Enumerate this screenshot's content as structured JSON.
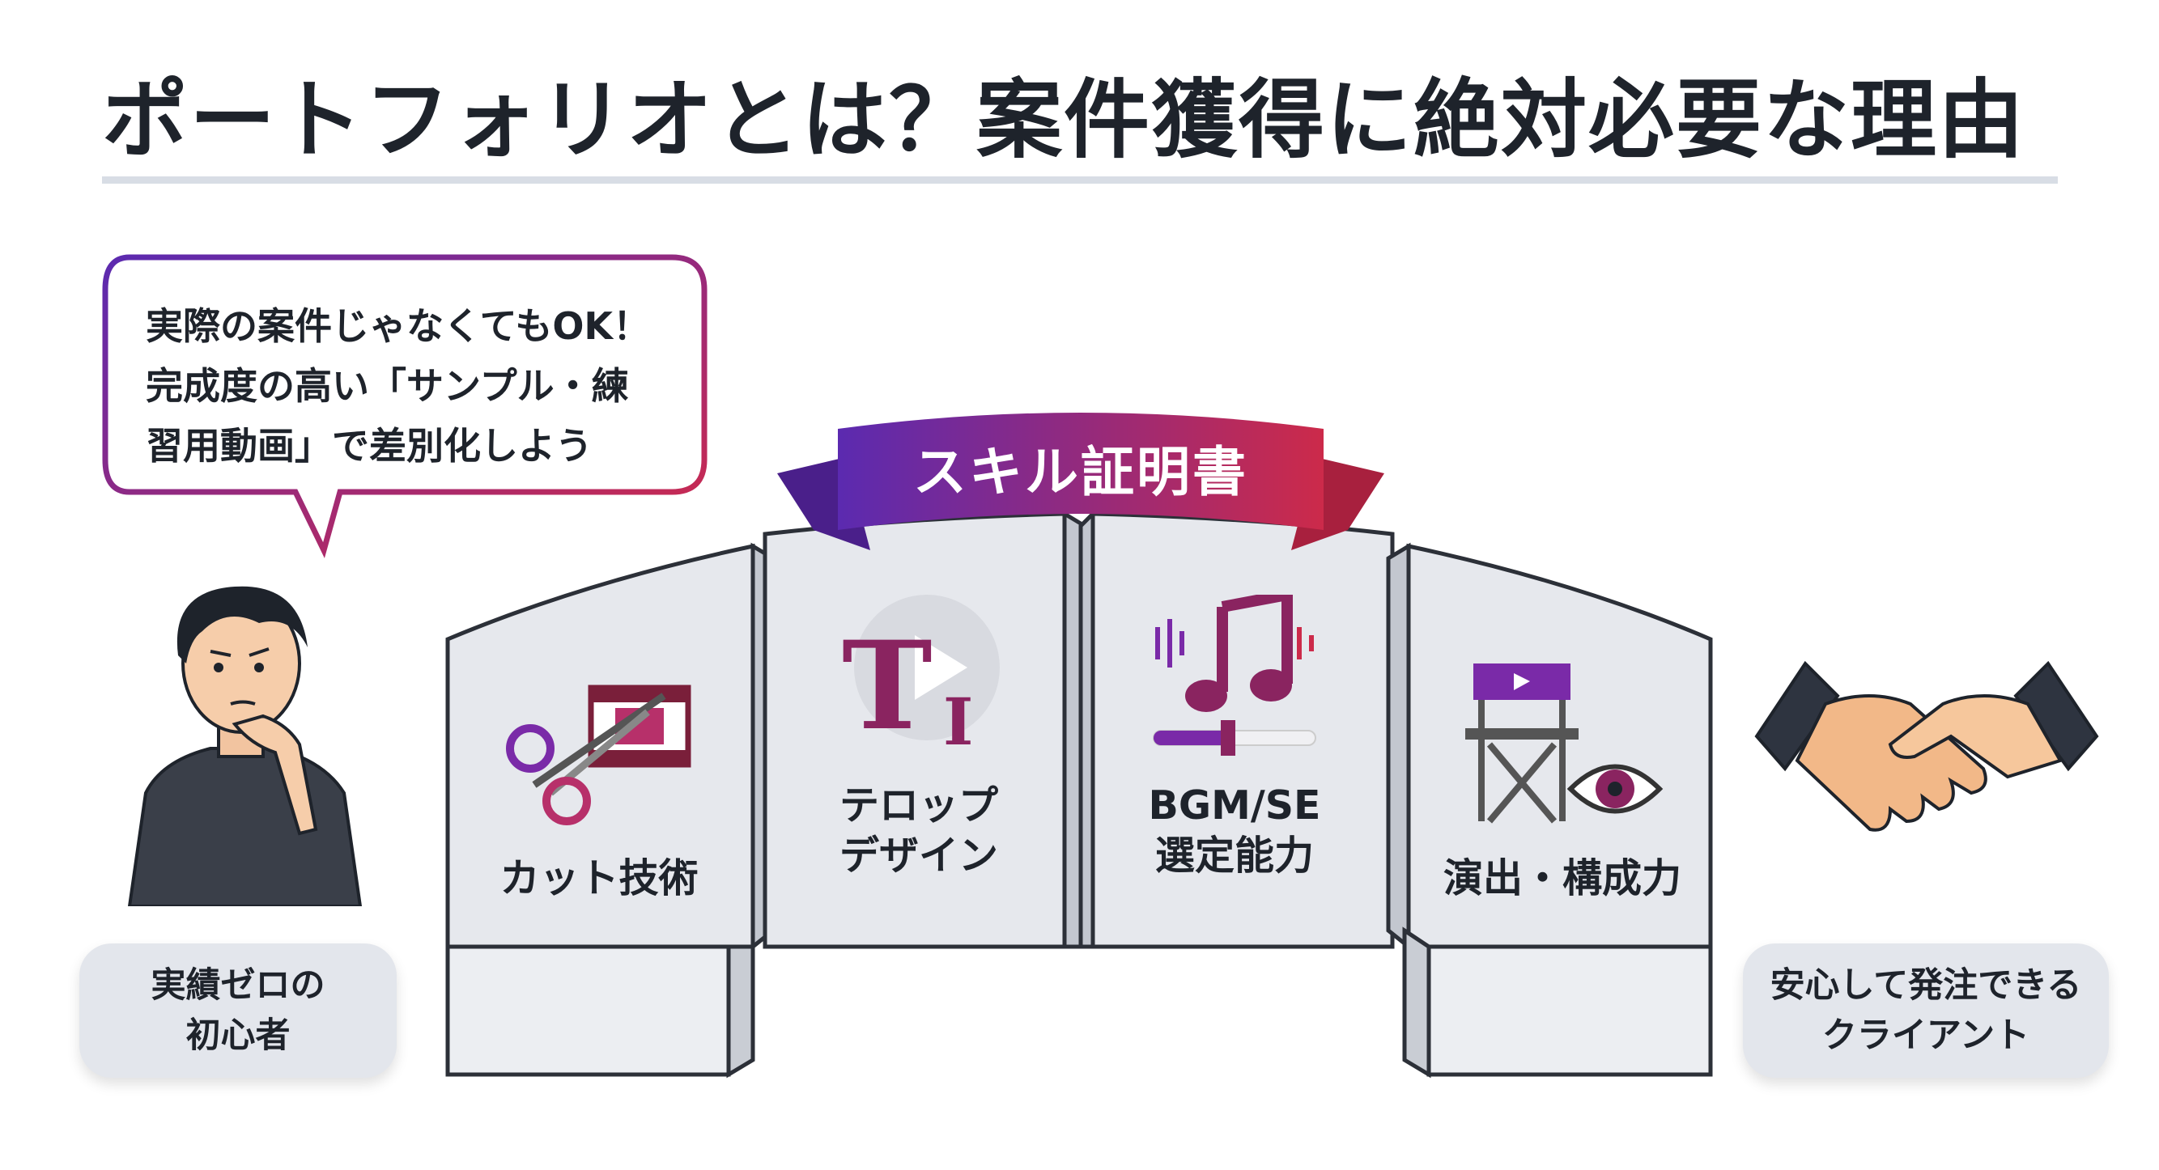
{
  "title": "ポートフォリオとは？案件獲得に絶対必要な理由",
  "bubble": {
    "lines": [
      "実際の案件じゃなくてもOK！",
      "完成度の高い「サンプル・練",
      "習用動画」で差別化しよう"
    ]
  },
  "left_label": {
    "lines": [
      "実績ゼロの",
      "初心者"
    ]
  },
  "right_label": {
    "lines": [
      "安心して発注できる",
      "クライアント"
    ]
  },
  "banner": {
    "text": "スキル証明書"
  },
  "panels": [
    {
      "lines": [
        "カット技術"
      ],
      "icon": "scissors-film-icon"
    },
    {
      "lines": [
        "テロップ",
        "デザイン"
      ],
      "icon": "text-play-icon"
    },
    {
      "lines": [
        "BGM/SE",
        "選定能力"
      ],
      "icon": "music-note-icon"
    },
    {
      "lines": [
        "演出・構成力"
      ],
      "icon": "director-chair-eye-icon"
    }
  ],
  "colors": {
    "accent_purple": "#6a2aa8",
    "accent_red": "#cc2a4a",
    "panel_face": "#e7e9ee",
    "panel_edge": "#2c3038"
  }
}
